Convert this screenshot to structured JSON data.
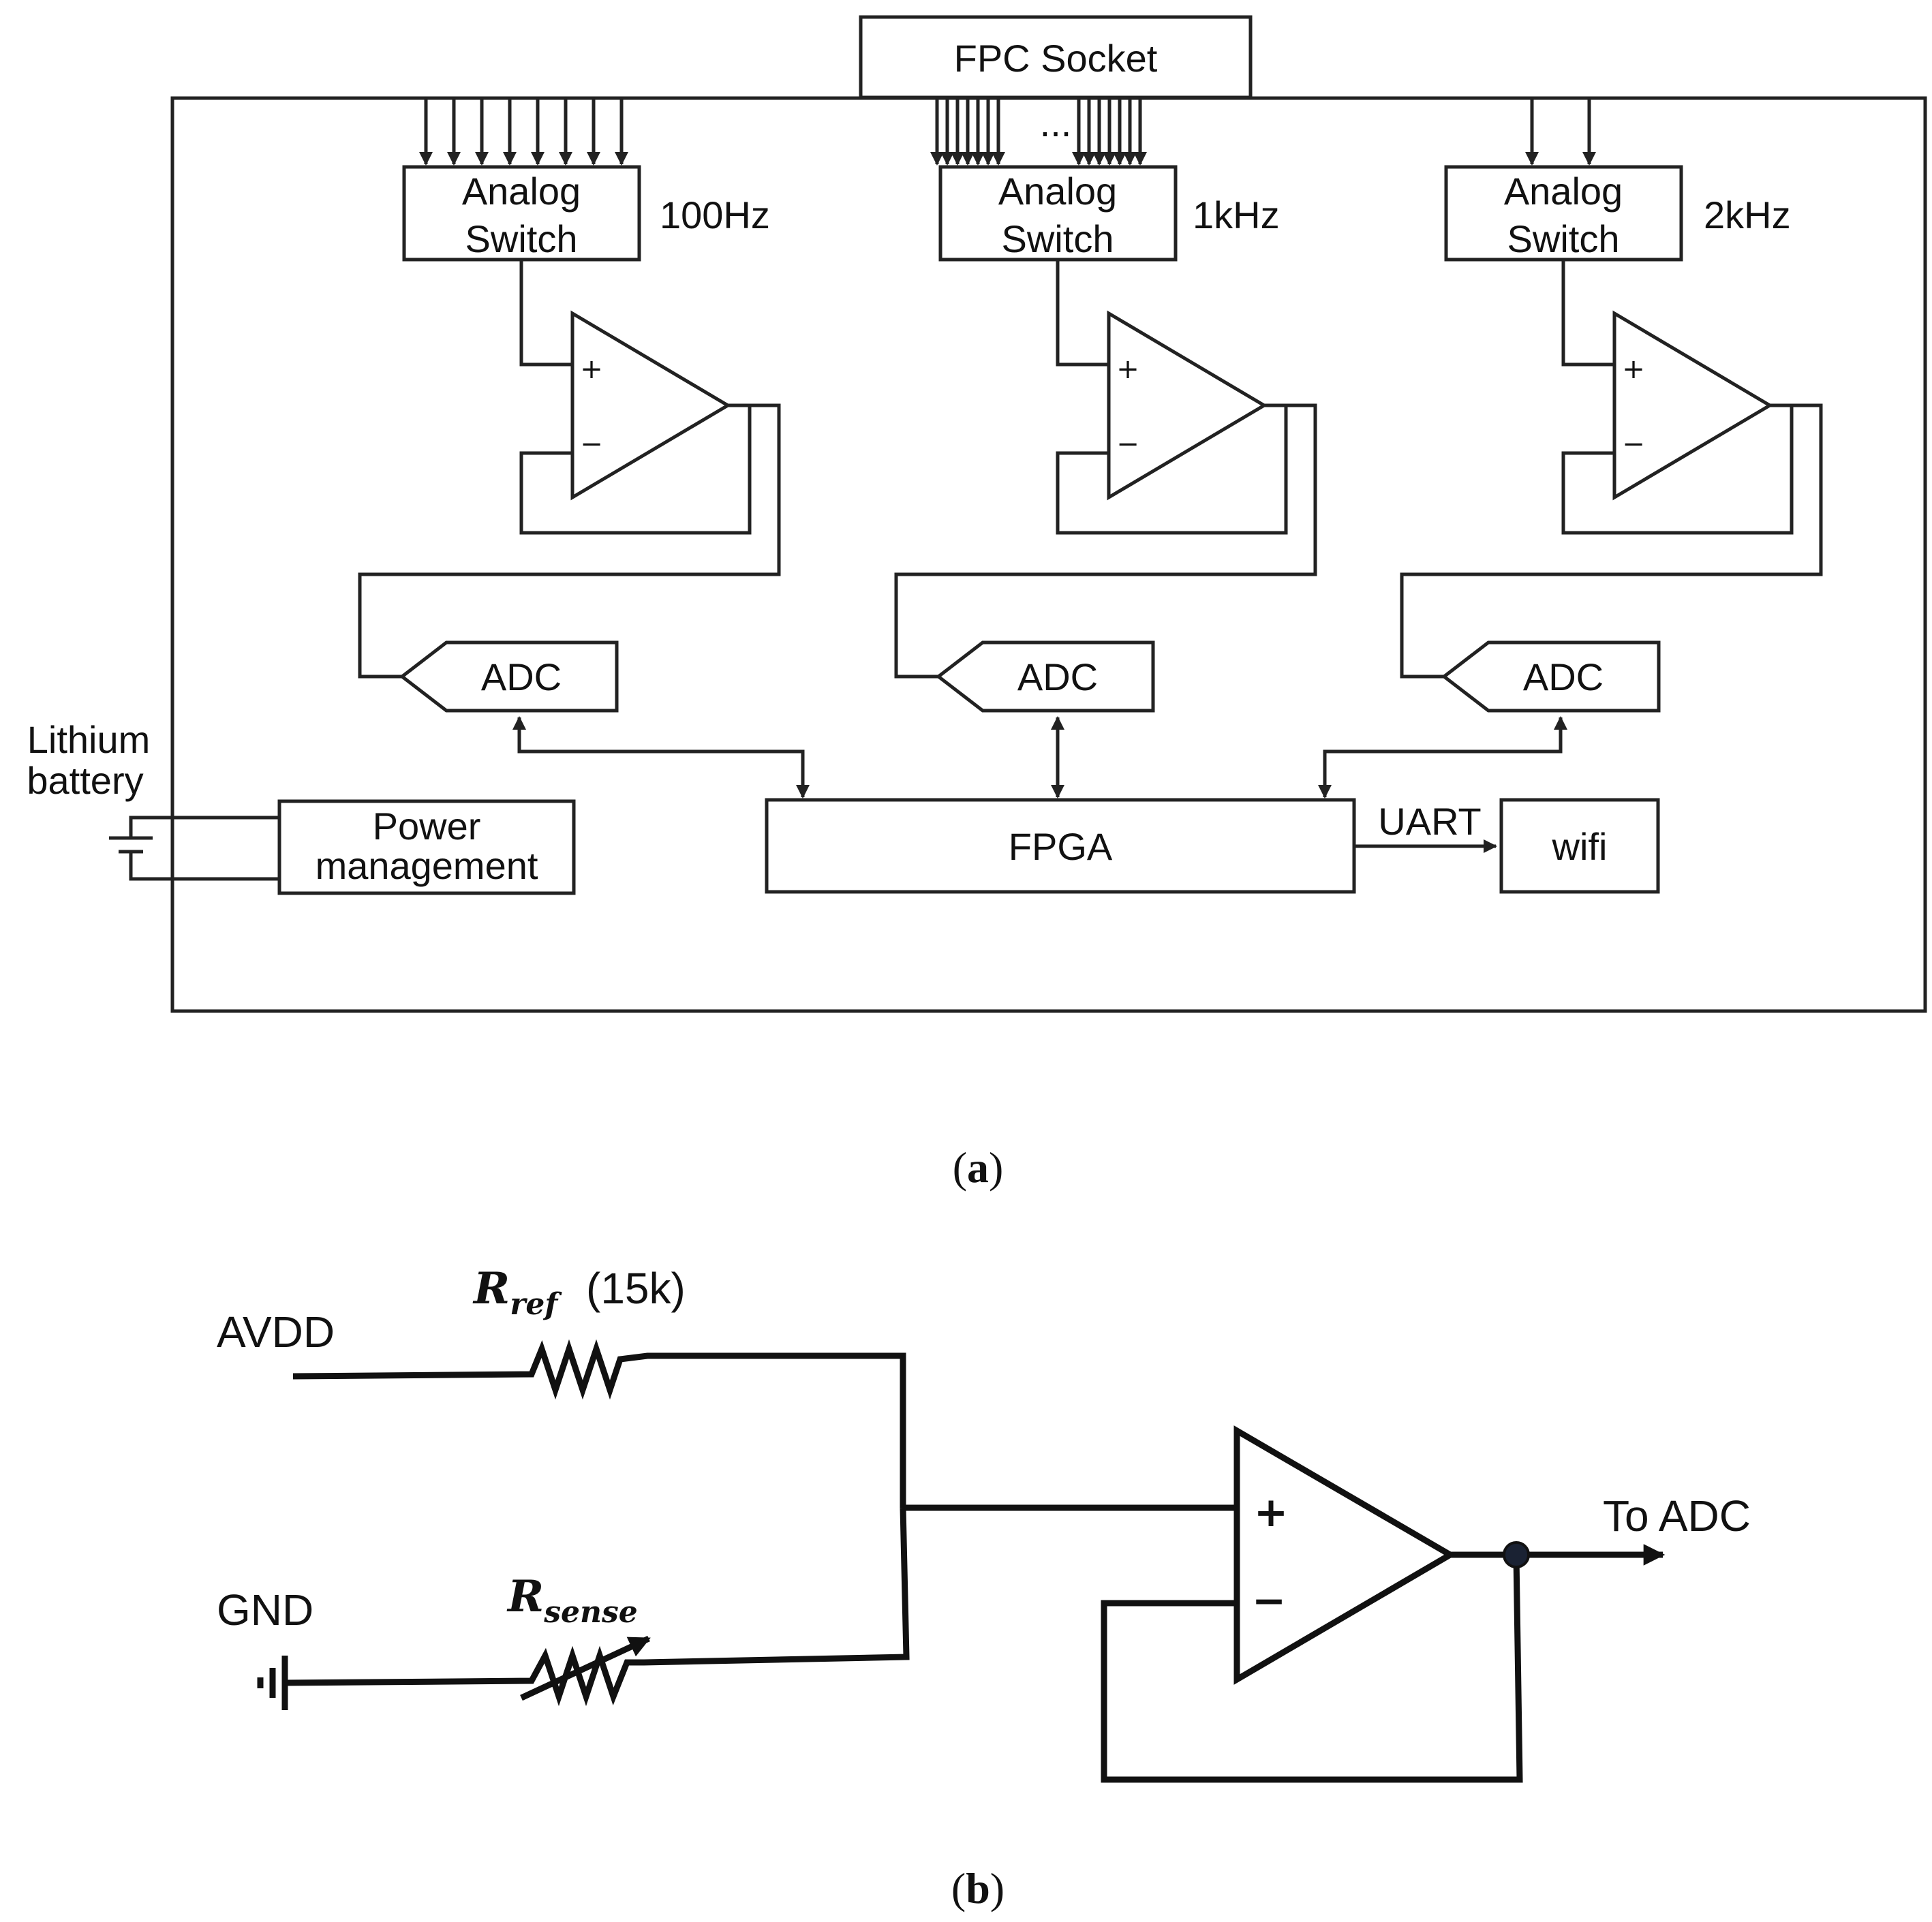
{
  "panel_a": {
    "fpc_socket": "FPC Socket",
    "analog_switch_line1": "Analog",
    "analog_switch_line2": "Switch",
    "freq_1": "100Hz",
    "freq_2": "1kHz",
    "freq_3": "2kHz",
    "ellipsis": "...",
    "opamp_plus": "+",
    "opamp_minus": "−",
    "adc": "ADC",
    "battery_line1": "Lithium",
    "battery_line2": "battery",
    "power_line1": "Power",
    "power_line2": "management",
    "fpga": "FPGA",
    "uart": "UART",
    "wifi": "wifi",
    "caption_open": "(",
    "caption_letter": "a",
    "caption_close": ")"
  },
  "panel_b": {
    "avdd": "AVDD",
    "gnd": "GND",
    "r_ref_main": "R",
    "r_ref_sub": "ref",
    "r_ref_value": "(15k)",
    "r_sense_main": "R",
    "r_sense_sub": "sense",
    "opamp_plus": "+",
    "opamp_minus": "−",
    "to_adc": "To ADC",
    "caption_open": "(",
    "caption_letter": "b",
    "caption_close": ")"
  }
}
